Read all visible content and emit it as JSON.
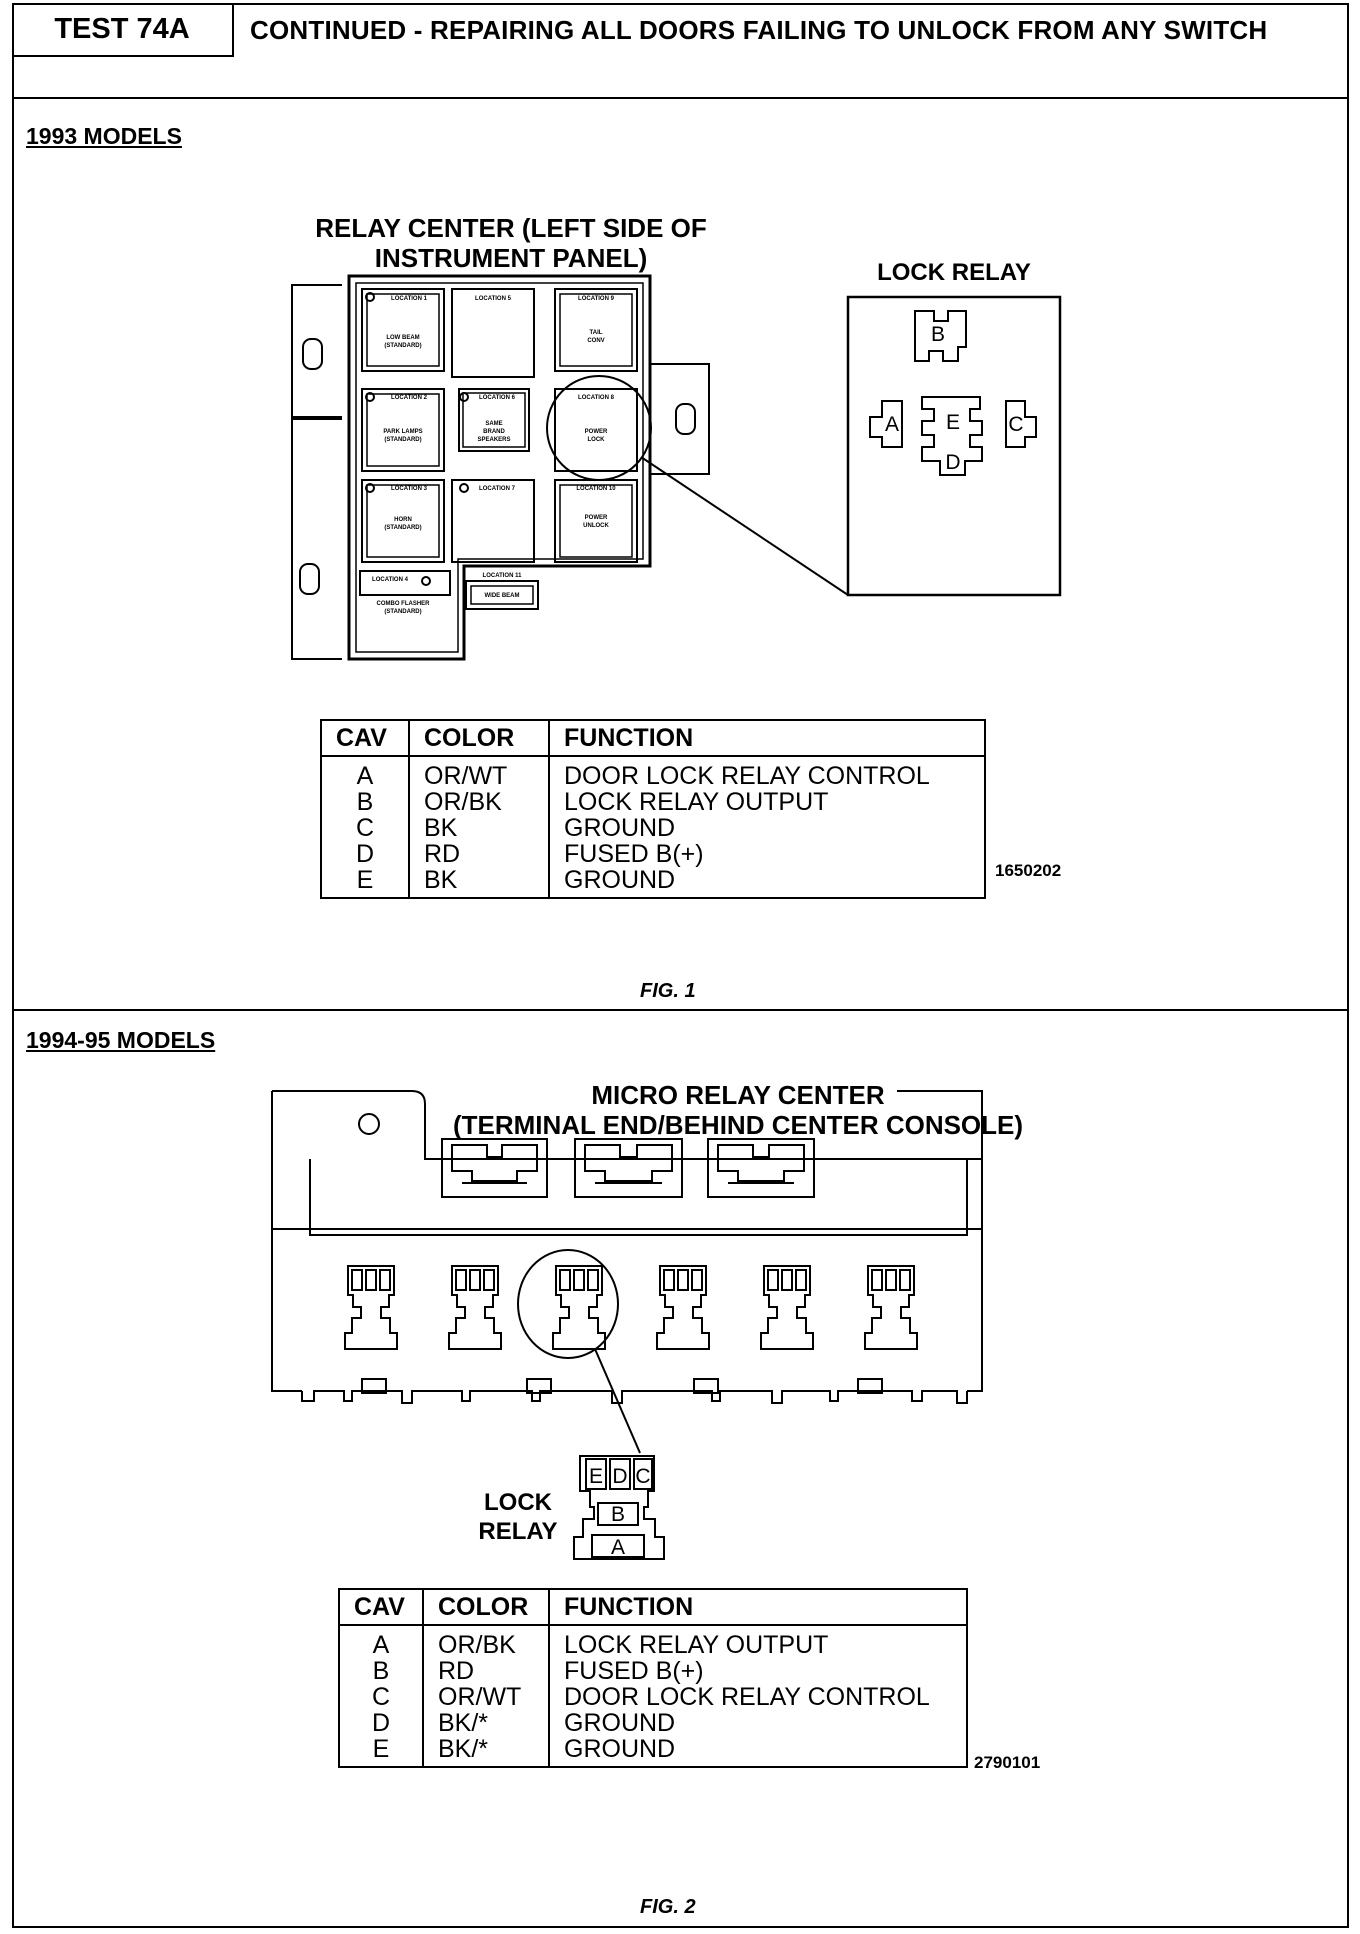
{
  "header": {
    "test_label": "TEST 74A",
    "title": "CONTINUED -   REPAIRING ALL DOORS FAILING TO UNLOCK FROM ANY SWITCH"
  },
  "section1": {
    "label": "1993 MODELS",
    "relay_center_caption_line1": "RELAY CENTER (LEFT SIDE OF",
    "relay_center_caption_line2": "INSTRUMENT PANEL)",
    "lock_relay_label": "LOCK RELAY",
    "lock_relay_pins": [
      "A",
      "B",
      "C",
      "D",
      "E"
    ],
    "table": {
      "headers": [
        "CAV",
        "COLOR",
        "FUNCTION"
      ],
      "rows": [
        {
          "cav": "A",
          "color": "OR/WT",
          "function": "DOOR LOCK RELAY CONTROL"
        },
        {
          "cav": "B",
          "color": "OR/BK",
          "function": "LOCK RELAY OUTPUT"
        },
        {
          "cav": "C",
          "color": "BK",
          "function": "GROUND"
        },
        {
          "cav": "D",
          "color": "RD",
          "function": "FUSED B(+)"
        },
        {
          "cav": "E",
          "color": "BK",
          "function": "GROUND"
        }
      ]
    },
    "figure_id": "1650202",
    "figure_caption": "FIG. 1"
  },
  "section2": {
    "label": "1994-95 MODELS",
    "micro_relay_caption_line1": "MICRO RELAY CENTER",
    "micro_relay_caption_line2": "(TERMINAL END/BEHIND CENTER CONSOLE)",
    "lock_relay_label_line1": "LOCK",
    "lock_relay_label_line2": "RELAY",
    "lock_relay_pins": [
      "E",
      "D",
      "C",
      "B",
      "A"
    ],
    "table": {
      "headers": [
        "CAV",
        "COLOR",
        "FUNCTION"
      ],
      "rows": [
        {
          "cav": "A",
          "color": "OR/BK",
          "function": "LOCK RELAY OUTPUT"
        },
        {
          "cav": "B",
          "color": "RD",
          "function": "FUSED B(+)"
        },
        {
          "cav": "C",
          "color": "OR/WT",
          "function": "DOOR LOCK RELAY CONTROL"
        },
        {
          "cav": "D",
          "color": "BK/*",
          "function": "GROUND"
        },
        {
          "cav": "E",
          "color": "BK/*",
          "function": "GROUND"
        }
      ]
    },
    "figure_id": "2790101",
    "figure_caption": "FIG. 2"
  }
}
